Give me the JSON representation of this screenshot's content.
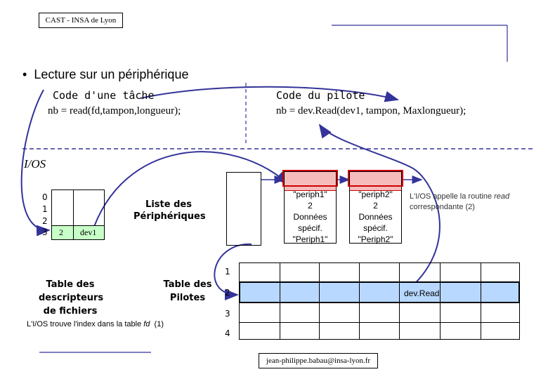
{
  "header": {
    "source": "CAST - INSA de Lyon"
  },
  "footer": {
    "email": "jean-philippe.babau@insa-lyon.fr"
  },
  "slide": {
    "bullet_marker": "•",
    "bullet": "Lecture sur un périphérique",
    "task_label": "Code d'une tâche",
    "driver_label": "Code du pilote",
    "task_code": "nb = read(fd,tampon,longueur);",
    "driver_code": "nb = dev.Read(dev1, tampon, Maxlongueur);",
    "ios_label": "I/OS"
  },
  "fd_table": {
    "indices": [
      "0",
      "1",
      "2",
      "3"
    ],
    "row3_value": "2",
    "row3_device": "dev1",
    "label_lines": [
      "Table des",
      "descripteurs",
      "de fichiers"
    ]
  },
  "peripherals": {
    "list_label_lines": [
      "Liste des",
      "Périphériques"
    ],
    "periph1_lines": [
      "\"periph1\"",
      "2",
      "Données",
      "spécif.",
      "\"Periph1\""
    ],
    "periph2_lines": [
      "\"periph2\"",
      "2",
      "Données",
      "spécif.",
      "\"Periph2\""
    ]
  },
  "pilotes_table": {
    "indices": [
      "1",
      "2",
      "3",
      "4"
    ],
    "row2_value": "dev.Read",
    "label_lines": [
      "Table des",
      "Pilotes"
    ]
  },
  "notes": {
    "ios_calls_prefix": "L'I/OS appelle la routine ",
    "ios_calls_italic": "read",
    "ios_calls_line2": "correspondante (2)",
    "trouve_prefix": "L'I/OS trouve l'index dans la table ",
    "trouve_italic": "fd",
    "trouve_suffix": "  (1)"
  },
  "colors": {
    "arrow": "#333399",
    "divider": "#333399",
    "fd_highlight": "#c8ffc8",
    "pilote_highlight": "#b8d8ff",
    "periph_header": "#f6bcbc",
    "periph_border": "#d00000"
  }
}
